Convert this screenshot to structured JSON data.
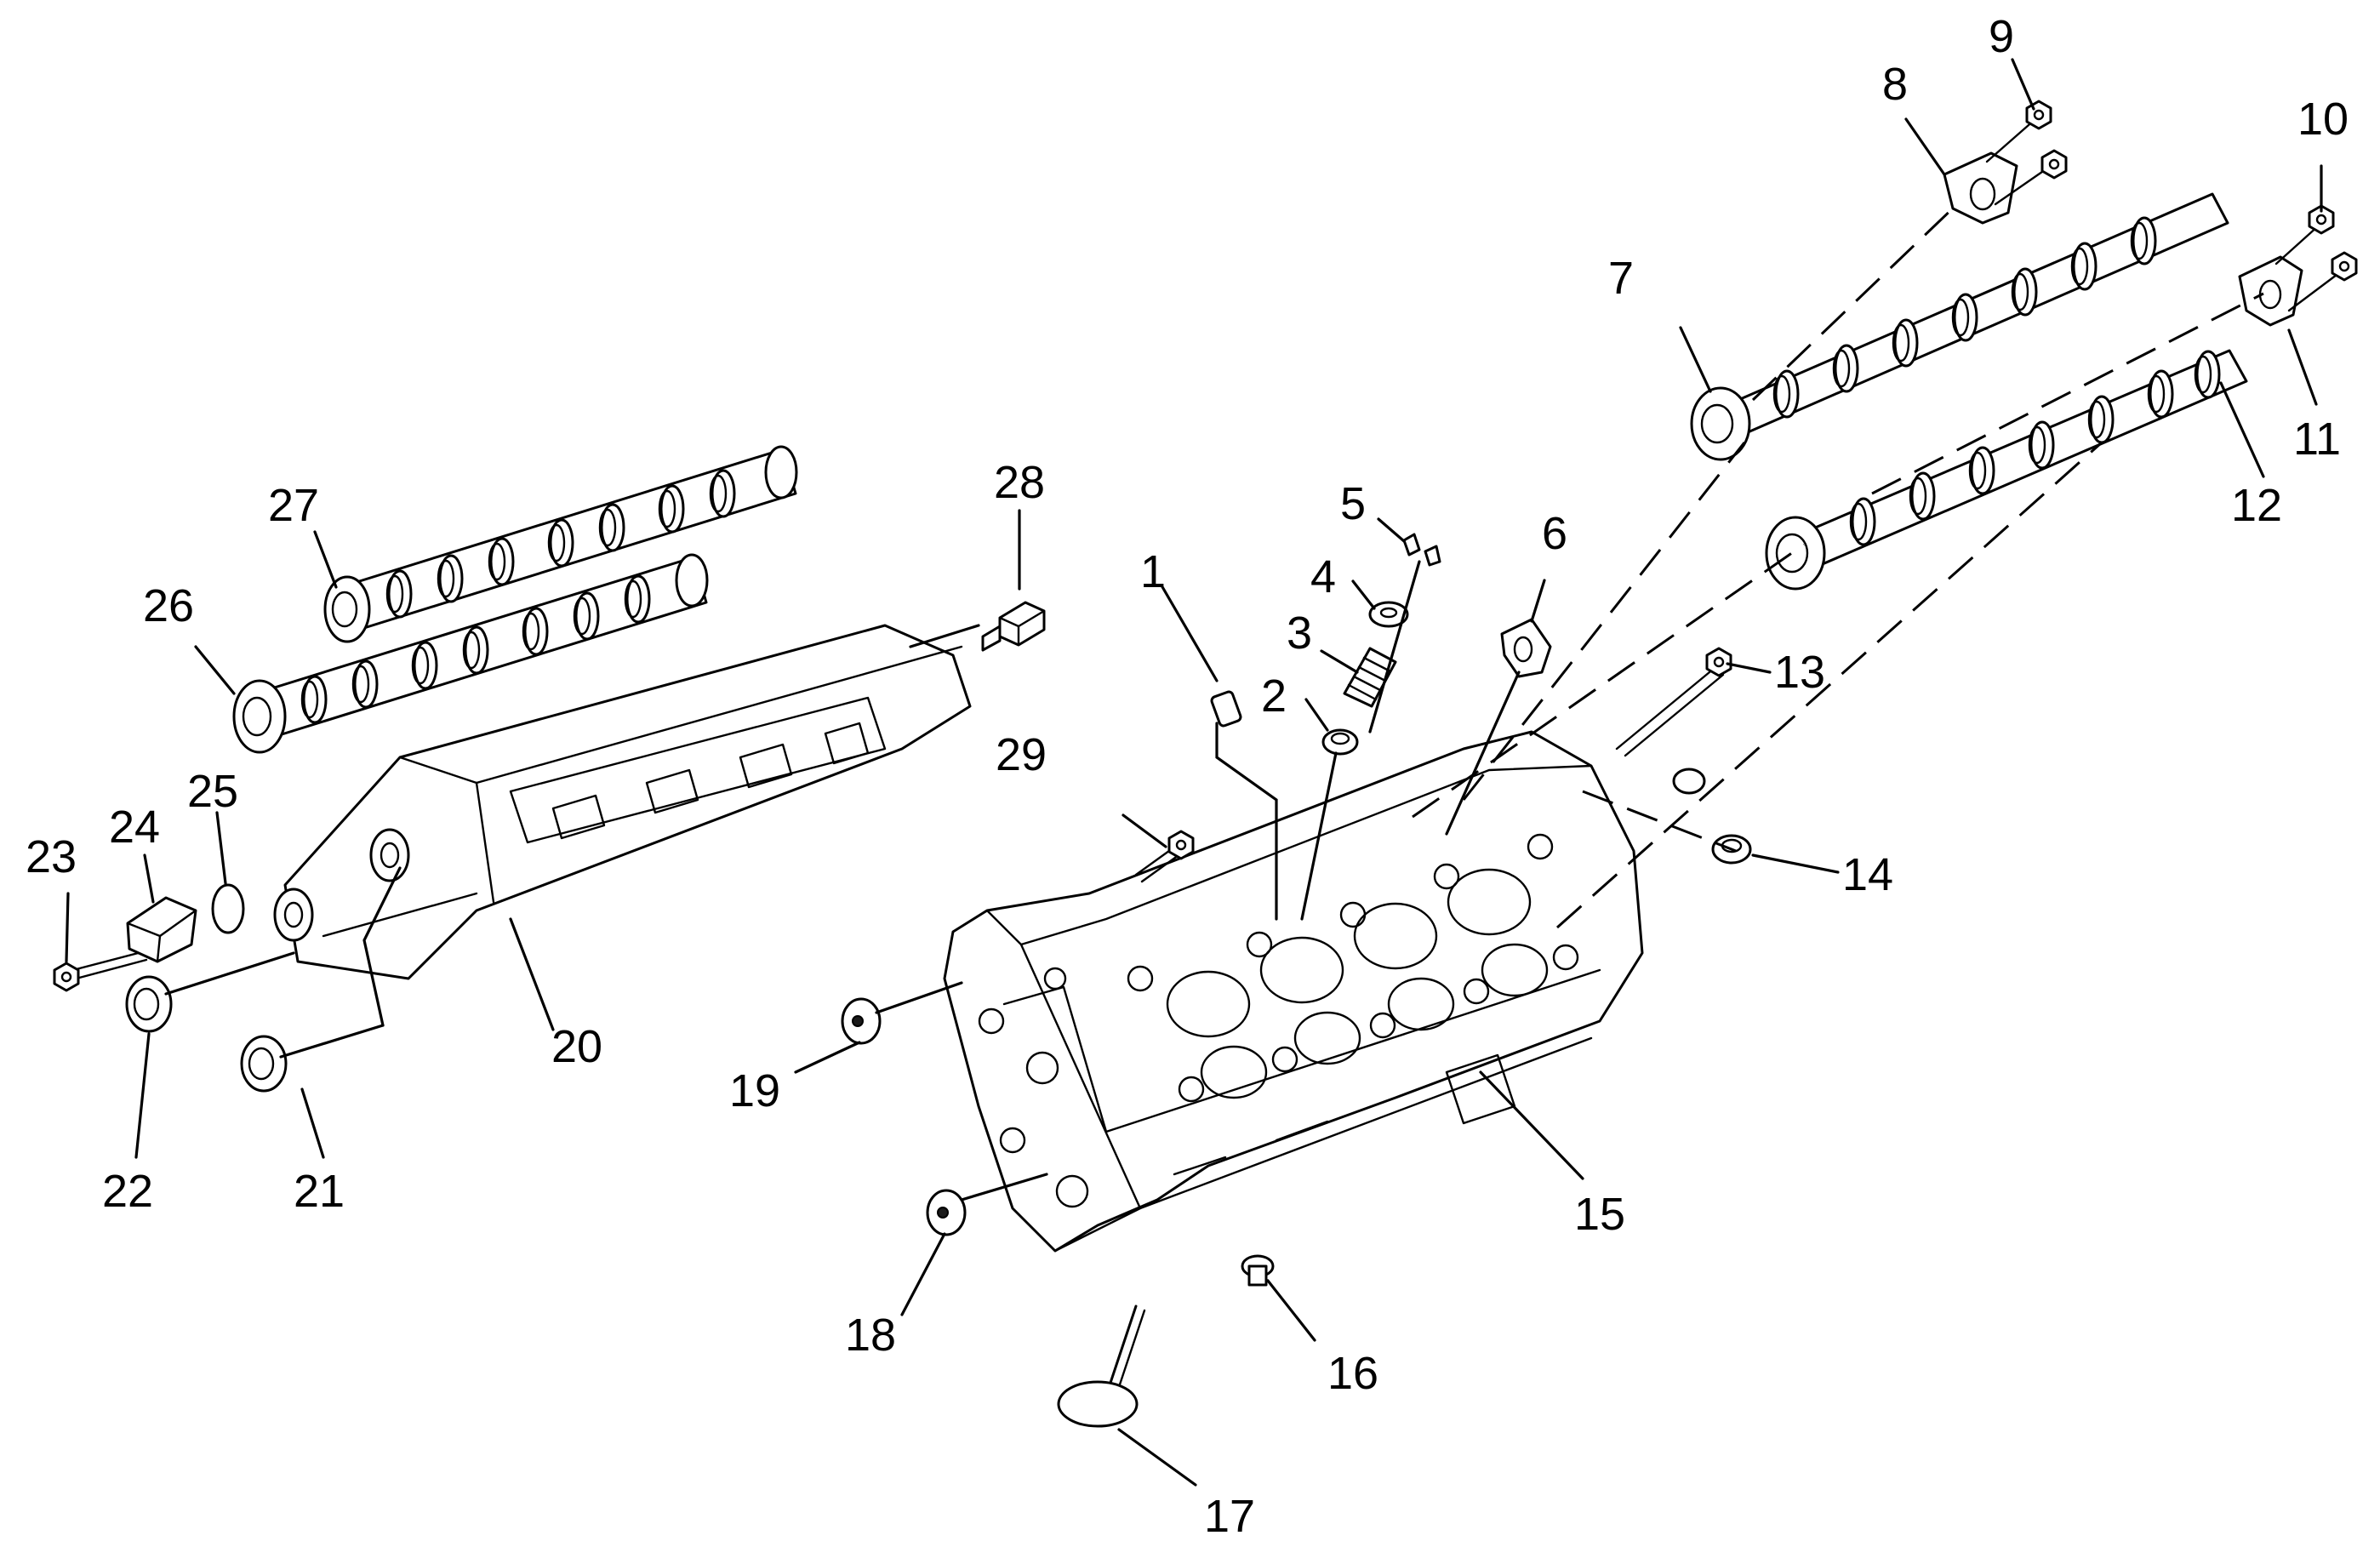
{
  "diagram": {
    "type": "exploded-parts-view",
    "callouts": [
      {
        "id": "1",
        "label": "1"
      },
      {
        "id": "2",
        "label": "2"
      },
      {
        "id": "3",
        "label": "3"
      },
      {
        "id": "4",
        "label": "4"
      },
      {
        "id": "5",
        "label": "5"
      },
      {
        "id": "6",
        "label": "6"
      },
      {
        "id": "7",
        "label": "7"
      },
      {
        "id": "8",
        "label": "8"
      },
      {
        "id": "9",
        "label": "9"
      },
      {
        "id": "10",
        "label": "10"
      },
      {
        "id": "11",
        "label": "11"
      },
      {
        "id": "12",
        "label": "12"
      },
      {
        "id": "13",
        "label": "13"
      },
      {
        "id": "14",
        "label": "14"
      },
      {
        "id": "15",
        "label": "15"
      },
      {
        "id": "16",
        "label": "16"
      },
      {
        "id": "17",
        "label": "17"
      },
      {
        "id": "18",
        "label": "18"
      },
      {
        "id": "19",
        "label": "19"
      },
      {
        "id": "20",
        "label": "20"
      },
      {
        "id": "21",
        "label": "21"
      },
      {
        "id": "22",
        "label": "22"
      },
      {
        "id": "23",
        "label": "23"
      },
      {
        "id": "24",
        "label": "24"
      },
      {
        "id": "25",
        "label": "25"
      },
      {
        "id": "26",
        "label": "26"
      },
      {
        "id": "27",
        "label": "27"
      },
      {
        "id": "28",
        "label": "28"
      },
      {
        "id": "29",
        "label": "29"
      }
    ]
  }
}
